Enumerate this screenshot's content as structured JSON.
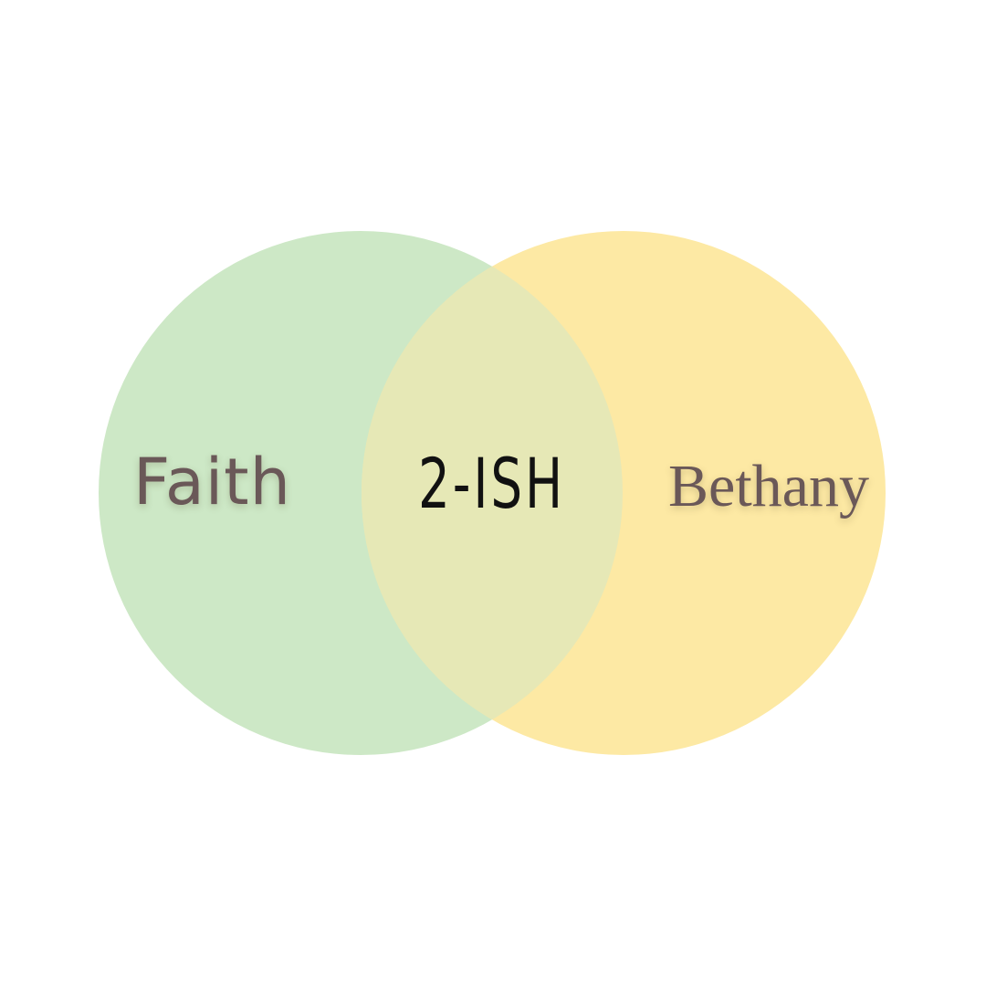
{
  "diagram": {
    "type": "venn",
    "sets": [
      {
        "label": "Faith",
        "color": "#cde8c6"
      },
      {
        "label": "Bethany",
        "color": "#fde9a4"
      }
    ],
    "intersection": {
      "label": "2-ISH",
      "color": "#e6e8b6"
    },
    "label_color": "#6a5858",
    "background": "#ffffff"
  }
}
